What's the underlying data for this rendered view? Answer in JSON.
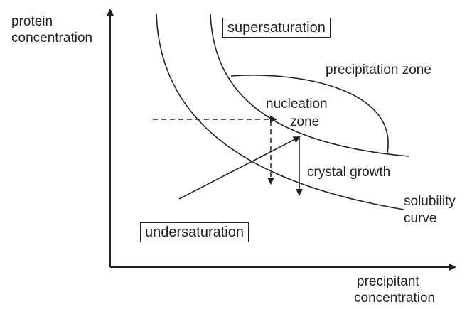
{
  "axes": {
    "y_label_line1": "protein",
    "y_label_line2": "concentration",
    "x_label_line1": "precipitant",
    "x_label_line2": "concentration"
  },
  "regions": {
    "supersaturation": "supersaturation",
    "precipitation_zone": "precipitation zone",
    "nucleation_zone_line1": "nucleation",
    "nucleation_zone_line2": "zone",
    "undersaturation": "undersaturation"
  },
  "curves": {
    "solubility_line1": "solubility",
    "solubility_line2": "curve"
  },
  "arrows": {
    "crystal_growth": "crystal growth"
  },
  "colors": {
    "ink": "#222222",
    "background": "#ffffff"
  }
}
